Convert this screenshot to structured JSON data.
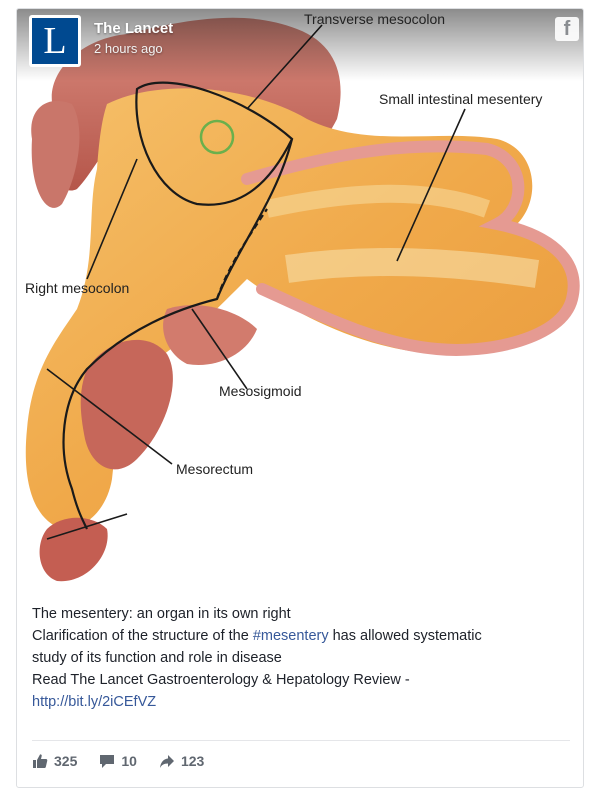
{
  "post": {
    "page_name": "The Lancet",
    "logo_letter": "L",
    "time": "2 hours ago"
  },
  "image_labels": {
    "transverse": "Transverse mesocolon",
    "small_intestinal": "Small intestinal mesentery",
    "right_mesocolon": "Right mesocolon",
    "mesosigmoid": "Mesosigmoid",
    "mesorectum": "Mesorectum"
  },
  "caption": {
    "line1": "The mesentery: an organ in its own right",
    "line2_pre": "Clarification of the structure of the ",
    "hashtag": "#mesentery",
    "line2_post": " has allowed systematic",
    "line3": "study of its function and role in disease",
    "line4": "Read The Lancet Gastroenterology & Hepatology Review -",
    "url": "http://bit.ly/2iCEfVZ"
  },
  "stats": {
    "likes": "325",
    "comments": "10",
    "shares": "123"
  },
  "colors": {
    "brand": "#004990",
    "link": "#365899",
    "meta_gray": "#606770"
  },
  "icons": {
    "logo": "lancet-logo-icon",
    "facebook": "facebook-icon",
    "like": "thumbs-up-icon",
    "comment": "comment-icon",
    "share": "share-arrow-icon"
  }
}
